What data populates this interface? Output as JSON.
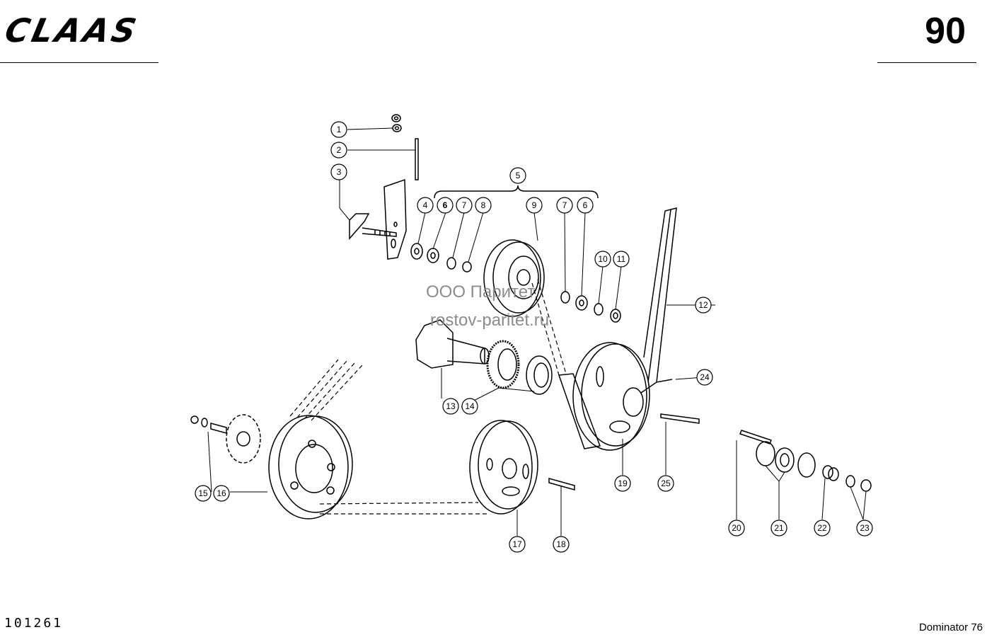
{
  "header": {
    "brand": "CLAAS",
    "page_number": "90"
  },
  "footer": {
    "doc_number": "101261",
    "model": "Dominator 76"
  },
  "watermark": {
    "line1": "ООО Паритет",
    "line2": "rostov-paritet.ru"
  },
  "callouts": [
    "1",
    "2",
    "3",
    "4",
    "6",
    "7",
    "8",
    "9",
    "5",
    "7",
    "6",
    "10",
    "11",
    "12",
    "24",
    "13",
    "14",
    "15",
    "16",
    "17",
    "18",
    "19",
    "25",
    "20",
    "21",
    "22",
    "23"
  ]
}
